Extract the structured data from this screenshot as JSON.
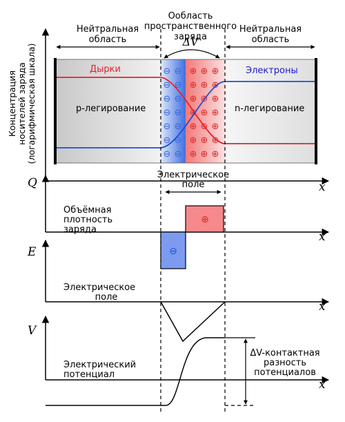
{
  "top": {
    "sce_line1": "Оoбласть",
    "sce_line2": "пространственного",
    "sce_line3": "заряда",
    "delta_v": "ΔV",
    "neutral_left_1": "Нейтральная",
    "neutral_left_2": "область",
    "neutral_right_1": "Нейтральная",
    "neutral_right_2": "область",
    "holes": "Дырки",
    "electrons": "Электроны",
    "p_doping": "p-легирование",
    "n_doping": "n-легирование",
    "yaxis_1": "Концентрация",
    "yaxis_2": "носителей заряда",
    "yaxis_3": "(логарифмическая шкала)",
    "x": "x",
    "minus": "⊖",
    "plus": "⊕"
  },
  "q_panel": {
    "axis": "Q",
    "field_1": "Электрическое",
    "field_2": "поле",
    "label_1": "Объёмная",
    "label_2": "плотность",
    "label_3": "заряда",
    "x": "x"
  },
  "e_panel": {
    "axis": "E",
    "label_1": "Электрическое",
    "label_2": "поле",
    "x": "x"
  },
  "v_panel": {
    "axis": "V",
    "label_1": "Электрический",
    "label_2": "потенциал",
    "dv_1": "ΔV-контактная",
    "dv_2": "разность",
    "dv_3": "потенциалов",
    "x": "x"
  },
  "colors": {
    "holes": "#e8202a",
    "electrons": "#1a4fd6",
    "negative": "#3a66d6",
    "positive": "#d82a2a"
  }
}
